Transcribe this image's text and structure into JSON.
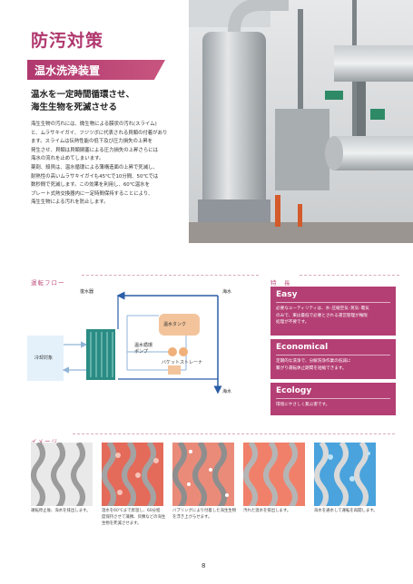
{
  "header": {
    "title": "防汚対策",
    "subtitle": "温水洗浄装置",
    "lead": [
      "温水を一定時間循環させ、",
      "海生生物を死滅させる"
    ],
    "body": [
      "海生生物の汚れには、微生物による膜状の汚れ(スライム)",
      "と、ムラサキイガイ、フジツボに代表される貝類の付着があり",
      "ます。スライムは伝熱性能の低下及び圧力損失の上昇を",
      "発生させ、貝類は貝類閉塞による圧力損失の上昇さらには",
      "海水の流れを止めてしまいます。",
      "薬剤、殺貝は、温水循環による薄構造面の上昇で死滅し、",
      "耐熱性の高いムラサキイガイも45℃で10分間、50℃では",
      "数秒間で死滅します。この効果を利用し、60℃温水を",
      "プレート式熱交換器内に一定時間保持することにより、",
      "海生生物による汚れを防止します。"
    ]
  },
  "flow": {
    "label": "運転フロー",
    "return_water": "復水器",
    "seawater_in": "海水",
    "seawater_out": "海水",
    "hot_tank": "温水タンク",
    "pump": "温水循環\nポンプ",
    "strainer": "バケットストレーナ",
    "cooling": "冷却対象"
  },
  "features": {
    "label": "特　長",
    "items": [
      {
        "title": "Easy",
        "text": [
          "必要なユーティリティは、水･圧縮空気･蒸気･電気",
          "のみで、東は最低で必要とされる運営管理が権限",
          "処理が不要です。"
        ]
      },
      {
        "title": "Economical",
        "text": [
          "定期的な洗浄で、分解洗浄作業の低減に",
          "繋がり運転休止期間を短縮できます。"
        ]
      },
      {
        "title": "Ecology",
        "text": [
          "環境にやさしく無公害です。"
        ]
      }
    ]
  },
  "image_section": {
    "label": "イメージ",
    "captions": [
      [
        "運転停止後、海水を排出します。"
      ],
      [
        "温水を60℃まで昇温し、60分程",
        "度保持させて藻類、貝類などの海生",
        "生物を死滅させます。"
      ],
      [
        "バブリングにより付着した海生生物",
        "を浮き上がらせます。"
      ],
      [
        "汚れた温水を排出します。"
      ],
      [
        "海水を通水して運転を再開します。"
      ]
    ]
  },
  "page_number": "8",
  "colors": {
    "accent": "#b0386e",
    "feature_bg": "#b43f74",
    "flow_blue": "#2a5ea6"
  }
}
